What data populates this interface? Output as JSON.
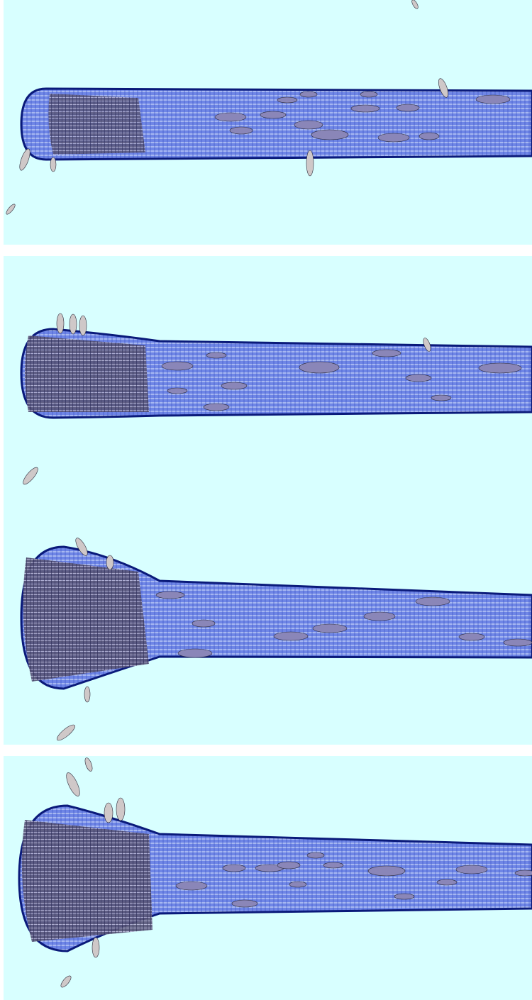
{
  "image": {
    "kind": "trawl codend simulation snapshots",
    "panels": [
      {
        "name": "stage-1",
        "catch_fill": "low"
      },
      {
        "name": "stage-2",
        "catch_fill": "medium"
      },
      {
        "name": "stage-3",
        "catch_fill": "high"
      },
      {
        "name": "stage-4",
        "catch_fill": "full"
      }
    ]
  },
  "colors": {
    "background": "#d8ffff",
    "net_fill": "#6f86e6",
    "net_outline": "#0a1a7a",
    "mesh_line": "#dff0ff",
    "fish_inside": "#8a86b8",
    "fish_outside": "#cfc8c8",
    "fish_outline": "#2a2a3a",
    "separator": "#ffffff"
  }
}
